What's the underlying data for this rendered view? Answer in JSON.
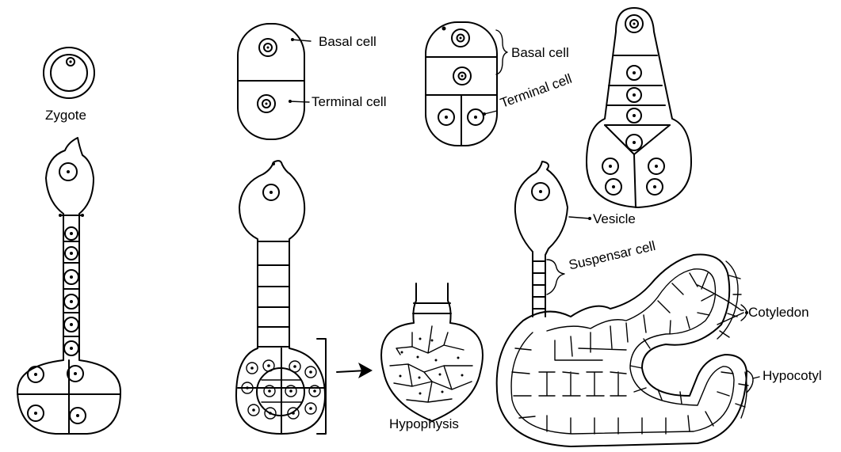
{
  "labels": {
    "zygote": "Zygote",
    "basal_cell_1": "Basal cell",
    "terminal_cell_1": "Terminal cell",
    "basal_cell_2": "Basal cell",
    "terminal_cell_2": "Terminal cell",
    "vesicle": "Vesicle",
    "suspensor_cell": "Suspensar cell",
    "cotyledon": "Cotyledon",
    "hypocotyl": "Hypocotyl",
    "hypophysis": "Hypophysis"
  }
}
